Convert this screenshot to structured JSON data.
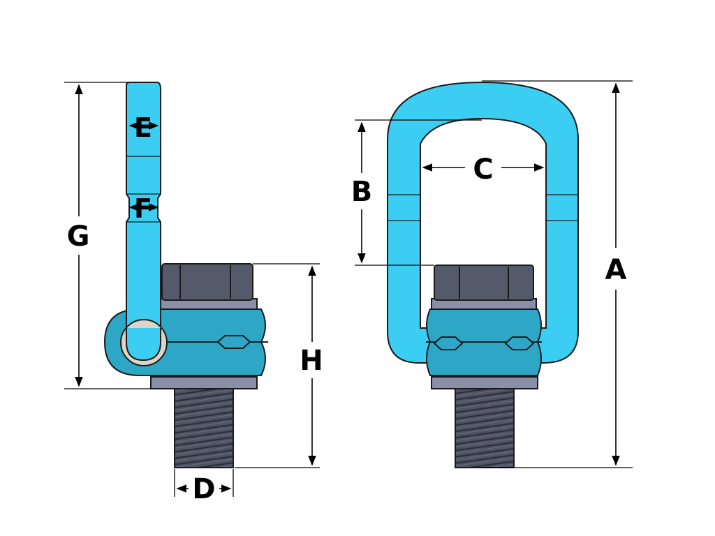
{
  "colors": {
    "ring": "#3ccdf2",
    "swivel_body": "#2ea7c6",
    "hex_nut": "#555a6a",
    "washer": "#8a8ea6",
    "thread": "#4f5262",
    "outline": "#1a1a1a",
    "dimension": "#000000"
  },
  "labels": {
    "A": "A",
    "B": "B",
    "C": "C",
    "D": "D",
    "E": "E",
    "F": "F",
    "G": "G",
    "H": "H"
  }
}
